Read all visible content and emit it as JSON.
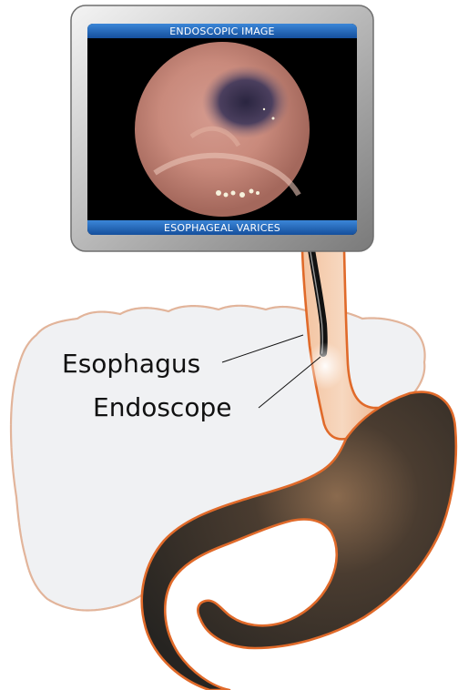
{
  "monitor": {
    "top_banner": "ENDOSCOPIC IMAGE",
    "bottom_banner": "ESOPHAGEAL VARICES"
  },
  "labels": {
    "esophagus": "Esophagus",
    "endoscope": "Endoscope"
  },
  "colors": {
    "banner_blue": "#1f63b8",
    "organ_outline": "#e06a2a",
    "liver_outline": "#e2b49a",
    "liver_fill": "#f0f1f3",
    "stomach_dark": "#2c2a27"
  }
}
